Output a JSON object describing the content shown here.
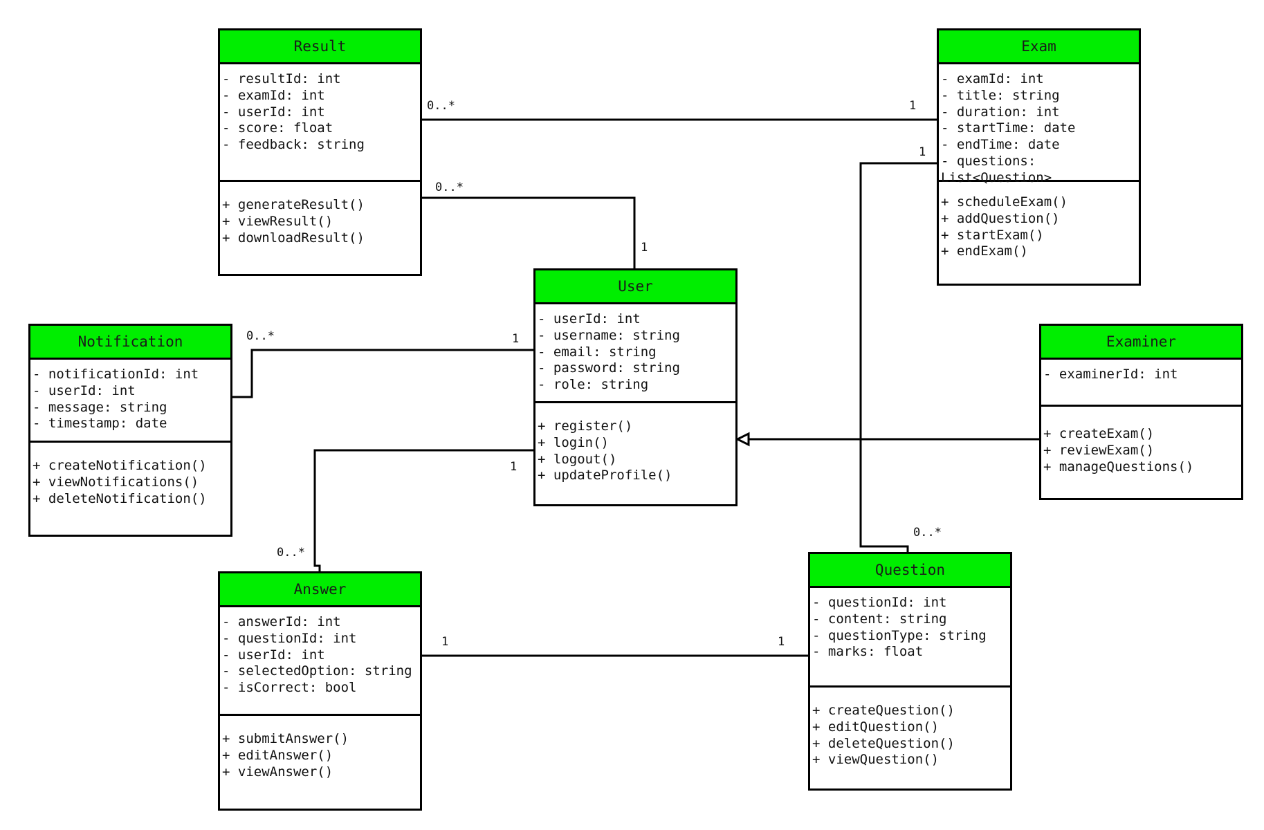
{
  "colors": {
    "header": "#00ee00",
    "line": "#000000",
    "text": "#111111"
  },
  "classes": {
    "result": {
      "name": "Result",
      "attributes": [
        "- resultId: int",
        "- examId: int",
        "- userId: int",
        "- score: float",
        "- feedback: string"
      ],
      "methods": [
        "+ generateResult()",
        "+ viewResult()",
        "+ downloadResult()"
      ]
    },
    "exam": {
      "name": "Exam",
      "attributes": [
        "- examId: int",
        "- title: string",
        "- duration: int",
        "- startTime: date",
        "- endTime: date",
        "- questions:",
        "List<Question>"
      ],
      "methods": [
        "+ scheduleExam()",
        "+ addQuestion()",
        "+ startExam()",
        "+ endExam()"
      ]
    },
    "user": {
      "name": "User",
      "attributes": [
        "- userId: int",
        "- username: string",
        "- email: string",
        "- password: string",
        "- role: string"
      ],
      "methods": [
        "+ register()",
        "+ login()",
        "+ logout()",
        "+ updateProfile()"
      ]
    },
    "notification": {
      "name": "Notification",
      "attributes": [
        "- notificationId: int",
        "- userId: int",
        "- message: string",
        "- timestamp: date"
      ],
      "methods": [
        "+ createNotification()",
        "+ viewNotifications()",
        "+ deleteNotification()"
      ]
    },
    "examiner": {
      "name": "Examiner",
      "attributes": [
        "- examinerId: int"
      ],
      "methods": [
        "+ createExam()",
        "+ reviewExam()",
        "+ manageQuestions()"
      ]
    },
    "answer": {
      "name": "Answer",
      "attributes": [
        "- answerId: int",
        "- questionId: int",
        "- userId: int",
        "- selectedOption: string",
        "- isCorrect: bool"
      ],
      "methods": [
        "+ submitAnswer()",
        "+ editAnswer()",
        "+ viewAnswer()"
      ]
    },
    "question": {
      "name": "Question",
      "attributes": [
        "- questionId: int",
        "- content: string",
        "- questionType: string",
        "- marks: float"
      ],
      "methods": [
        "+ createQuestion()",
        "+ editQuestion()",
        "+ deleteQuestion()",
        "+ viewQuestion()"
      ]
    }
  },
  "relationships": [
    {
      "id": "result-exam",
      "type": "association",
      "from": "Result",
      "to": "Exam",
      "from_mult": "0..*",
      "to_mult": "1"
    },
    {
      "id": "result-user",
      "type": "association",
      "from": "Result",
      "to": "User",
      "from_mult": "0..*",
      "to_mult": "1"
    },
    {
      "id": "notification-user",
      "type": "association",
      "from": "Notification",
      "to": "User",
      "from_mult": "0..*",
      "to_mult": "1"
    },
    {
      "id": "answer-user",
      "type": "association",
      "from": "Answer",
      "to": "User",
      "from_mult": "0..*",
      "to_mult": "1"
    },
    {
      "id": "exam-question",
      "type": "association",
      "from": "Exam",
      "to": "Question",
      "from_mult": "1",
      "to_mult": "0..*"
    },
    {
      "id": "answer-question",
      "type": "association",
      "from": "Answer",
      "to": "Question",
      "from_mult": "1",
      "to_mult": "1"
    },
    {
      "id": "examiner-user",
      "type": "generalization",
      "from": "Examiner",
      "to": "User"
    }
  ]
}
